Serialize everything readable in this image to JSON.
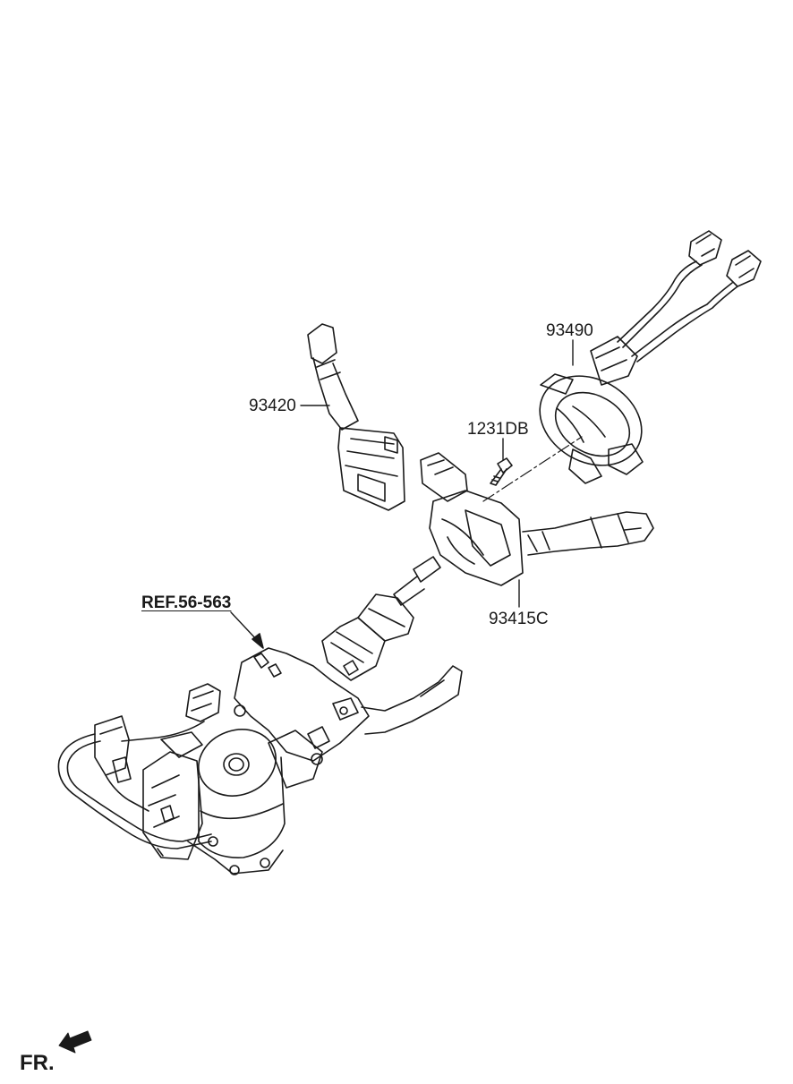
{
  "callouts": {
    "multifunction_switch": "93420",
    "clock_spring": "93490",
    "screw": "1231DB",
    "lighting_switch": "93415C",
    "column_reference": "REF.56-563"
  },
  "orientation": {
    "front_label": "FR."
  },
  "colors": {
    "line": "#1a1a1a",
    "background": "#ffffff"
  }
}
